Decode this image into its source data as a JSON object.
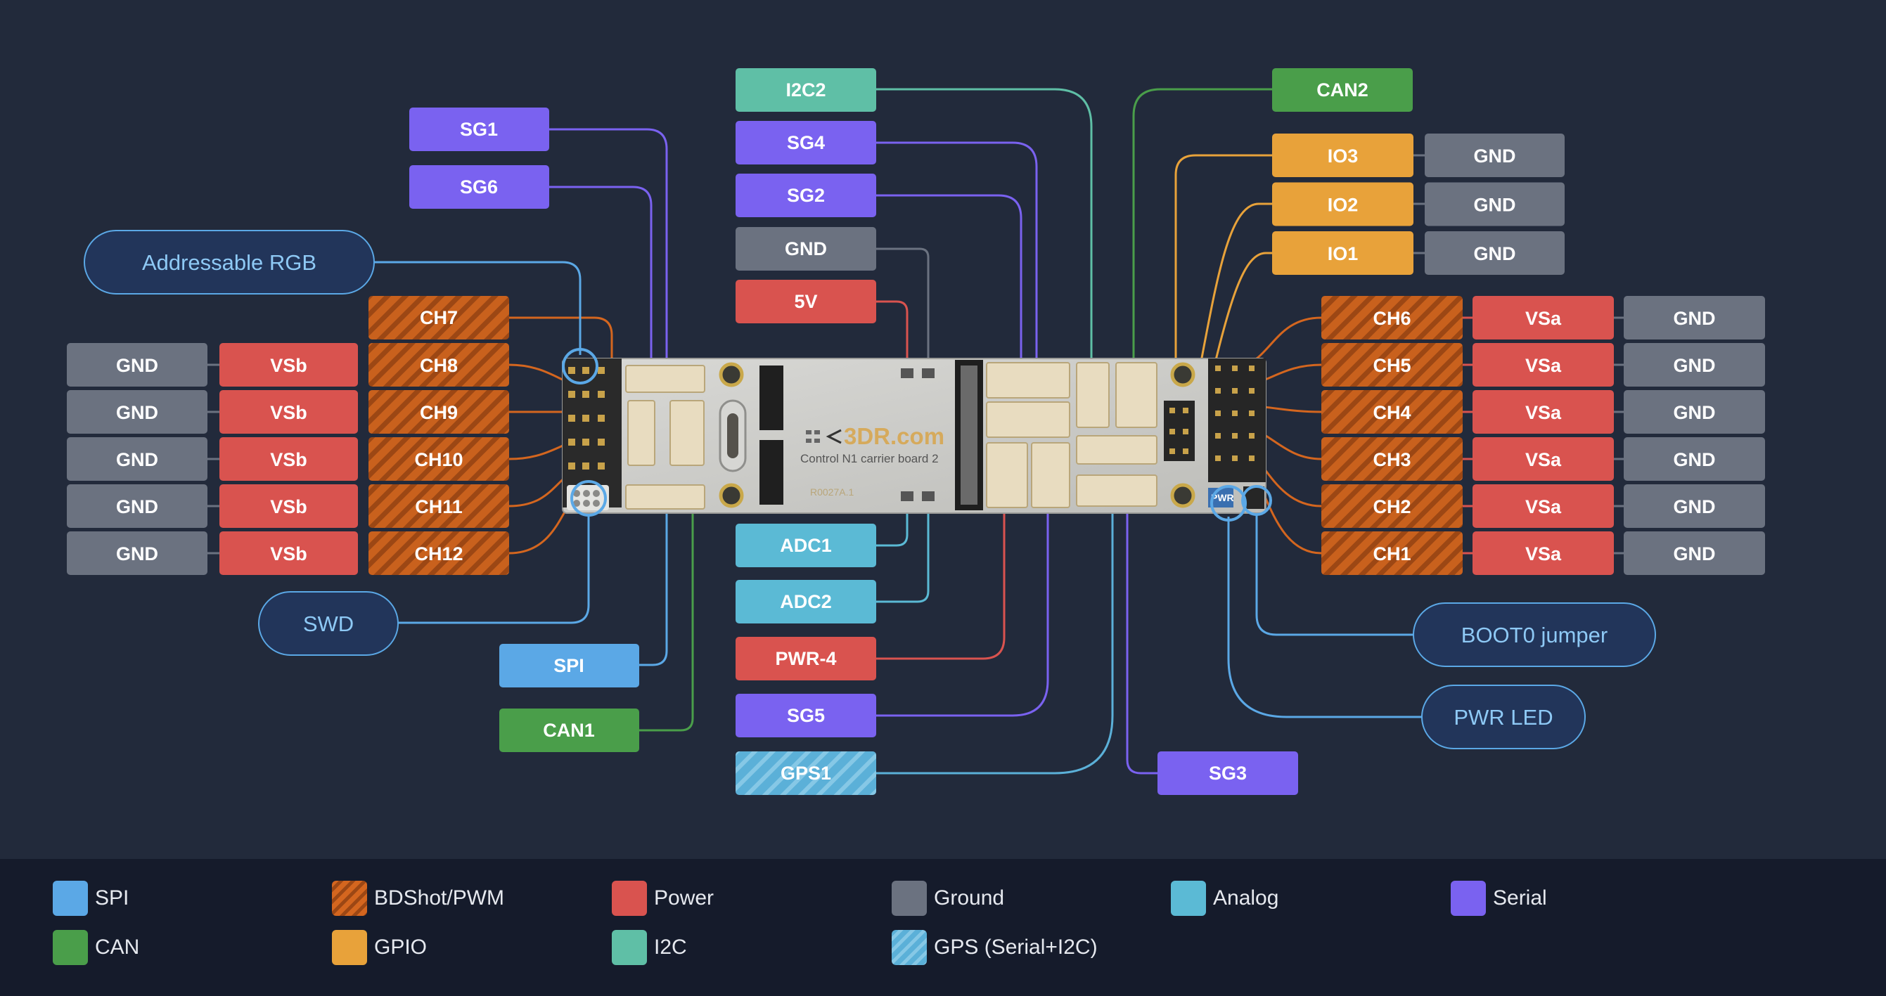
{
  "colors": {
    "spi": "#5ba8e6",
    "pwm": "#d4661f",
    "power": "#d9534f",
    "ground": "#6b7280",
    "analog": "#5bbad5",
    "serial": "#7a62f0",
    "can": "#4a9e4a",
    "gpio": "#e8a23a",
    "i2c": "#5fbfa6",
    "gps": "#5bb0d8",
    "background": "#222a3b",
    "legend_bg": "#151b2b",
    "outline_label": "#8ec9f5"
  },
  "board": {
    "brand": "3DR.com",
    "title": "Control N1 carrier board 2",
    "part_number": "R0027A.1",
    "pwr_mark": "PWR"
  },
  "left_rows": [
    {
      "gnd": "GND",
      "vs": "VSb",
      "ch": "CH8"
    },
    {
      "gnd": "GND",
      "vs": "VSb",
      "ch": "CH9"
    },
    {
      "gnd": "GND",
      "vs": "VSb",
      "ch": "CH10"
    },
    {
      "gnd": "GND",
      "vs": "VSb",
      "ch": "CH11"
    },
    {
      "gnd": "GND",
      "vs": "VSb",
      "ch": "CH12"
    }
  ],
  "right_rows": [
    {
      "ch": "CH6",
      "vs": "VSa",
      "gnd": "GND"
    },
    {
      "ch": "CH5",
      "vs": "VSa",
      "gnd": "GND"
    },
    {
      "ch": "CH4",
      "vs": "VSa",
      "gnd": "GND"
    },
    {
      "ch": "CH3",
      "vs": "VSa",
      "gnd": "GND"
    },
    {
      "ch": "CH2",
      "vs": "VSa",
      "gnd": "GND"
    },
    {
      "ch": "CH1",
      "vs": "VSa",
      "gnd": "GND"
    }
  ],
  "io_rows": [
    {
      "io": "IO3",
      "gnd": "GND"
    },
    {
      "io": "IO2",
      "gnd": "GND"
    },
    {
      "io": "IO1",
      "gnd": "GND"
    }
  ],
  "labels": {
    "ch7": "CH7",
    "sg1": "SG1",
    "sg6": "SG6",
    "i2c2": "I2C2",
    "sg4": "SG4",
    "sg2": "SG2",
    "gnd_top": "GND",
    "v5": "5V",
    "can2": "CAN2",
    "adc1": "ADC1",
    "adc2": "ADC2",
    "pwr4": "PWR-4",
    "sg5": "SG5",
    "gps1": "GPS1",
    "spi": "SPI",
    "can1": "CAN1",
    "sg3": "SG3"
  },
  "callouts": {
    "rgb": "Addressable RGB",
    "swd": "SWD",
    "boot0": "BOOT0 jumper",
    "pwr_led": "PWR LED"
  },
  "legend": [
    {
      "label": "SPI",
      "color": "#5ba8e6",
      "pattern": "solid"
    },
    {
      "label": "BDShot/PWM",
      "color": "#d4661f",
      "pattern": "hatch"
    },
    {
      "label": "Power",
      "color": "#d9534f",
      "pattern": "solid"
    },
    {
      "label": "Ground",
      "color": "#6b7280",
      "pattern": "solid"
    },
    {
      "label": "Analog",
      "color": "#5bbad5",
      "pattern": "solid"
    },
    {
      "label": "Serial",
      "color": "#7a62f0",
      "pattern": "solid"
    },
    {
      "label": "CAN",
      "color": "#4a9e4a",
      "pattern": "solid"
    },
    {
      "label": "GPIO",
      "color": "#e8a23a",
      "pattern": "solid"
    },
    {
      "label": "I2C",
      "color": "#5fbfa6",
      "pattern": "solid"
    },
    {
      "label": "GPS (Serial+I2C)",
      "color": "#5bb0d8",
      "pattern": "hatch"
    }
  ]
}
